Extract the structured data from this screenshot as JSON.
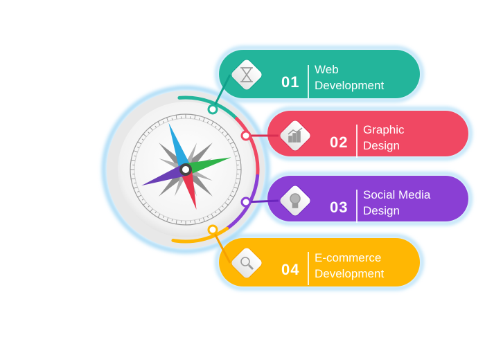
{
  "steps": [
    {
      "number": "01",
      "line1": "Web",
      "line2": "Development",
      "color": "#23b59b",
      "color2": "#0fa08a",
      "icon": "hourglass-icon"
    },
    {
      "number": "02",
      "line1": "Graphic",
      "line2": "Design",
      "color": "#f04863",
      "color2": "#d92e52",
      "icon": "chart-icon"
    },
    {
      "number": "03",
      "line1": "Social Media",
      "line2": "Design",
      "color": "#8a3fd4",
      "color2": "#6b25bd",
      "icon": "lightbulb-icon"
    },
    {
      "number": "04",
      "line1": "E-commerce",
      "line2": "Development",
      "color": "#ffb703",
      "color2": "#f5a000",
      "icon": "magnifier-icon"
    }
  ],
  "colors": {
    "compass_north": "#29a8e0",
    "compass_east": "#2fb34a",
    "compass_south": "#e8364f",
    "compass_west": "#6a3fb5",
    "dial_ring": "#e6e6e6",
    "glow": "#9fd6f5"
  }
}
